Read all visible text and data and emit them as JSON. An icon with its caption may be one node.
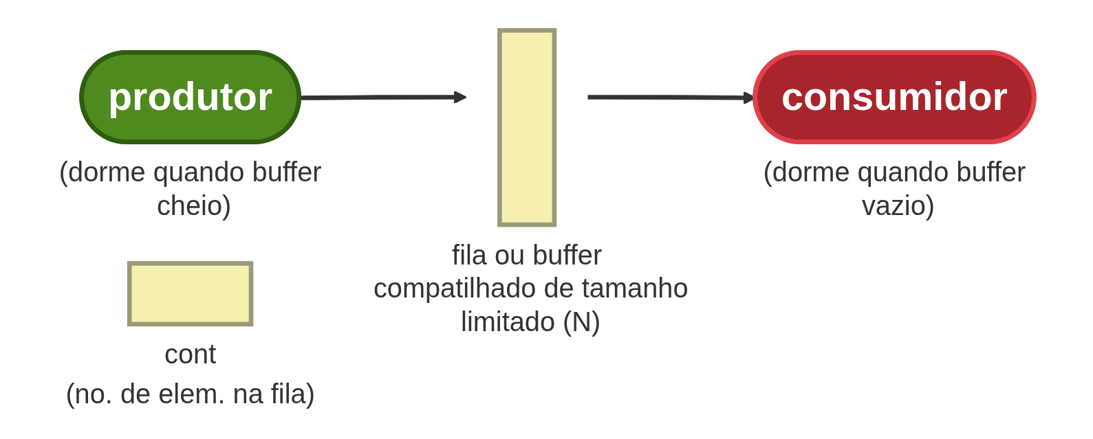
{
  "diagram": {
    "nodes": [
      {
        "text": [
          "produtor"
        ],
        "beside": [
          "(dorme quando buffer cheio)"
        ]
      },
      {
        "text": [],
        "shape": "box",
        "beside": [
          "fila ou buffer compatilhado de tamanho limitado (N)"
        ]
      },
      {
        "text": [],
        "shape": "box",
        "beside": [
          "cont",
          "(no. de elem. na fila)"
        ]
      },
      {
        "text": [
          "consumidor"
        ],
        "beside": [
          "(dorme quando buffer vazio)"
        ]
      }
    ],
    "edges": [
      {
        "from": 0,
        "to": 1,
        "arrow": "to"
      },
      {
        "from": 1,
        "to": 3,
        "arrow": "to"
      }
    ]
  }
}
